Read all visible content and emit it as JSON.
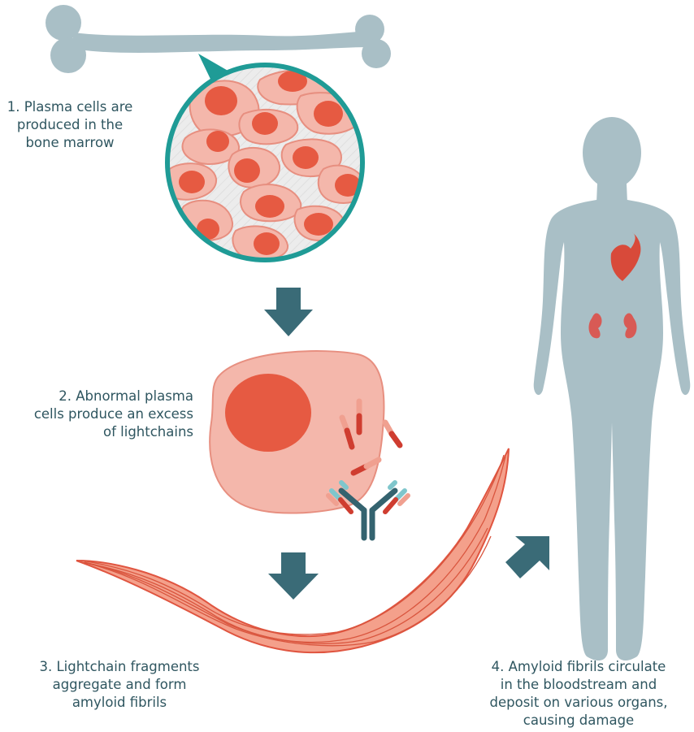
{
  "steps": [
    {
      "text": "1. Plasma cells are\nproduced in the\nbone marrow"
    },
    {
      "text": "2. Abnormal plasma\ncells produce an excess\nof lightchains"
    },
    {
      "text": "3. Lightchain fragments\naggregate and form\namyloid fibrils"
    },
    {
      "text": "4. Amyloid fibrils circulate\nin the bloodstream and\ndeposit on various organs,\ncausing damage"
    }
  ],
  "colors": {
    "bone": "#a9bfc6",
    "teal": "#1f9b96",
    "arrow": "#3a6b77",
    "cell_fill": "#f4b7ab",
    "cell_stroke": "#e78f80",
    "nucleus": "#e65a42",
    "fibril": "#ee8a74",
    "fibril_line": "#d9553e",
    "heart": "#d84a3a",
    "kidney": "#d85a55",
    "antibody_dark": "#34636f",
    "antibody_light": "#7fc6cc",
    "text": "#2f5660"
  },
  "icons": [
    "bone-icon",
    "magnifier-circle",
    "down-arrow-icon",
    "diagonal-arrow-icon",
    "antibody-icon",
    "human-silhouette-icon",
    "heart-icon",
    "kidney-icon"
  ]
}
